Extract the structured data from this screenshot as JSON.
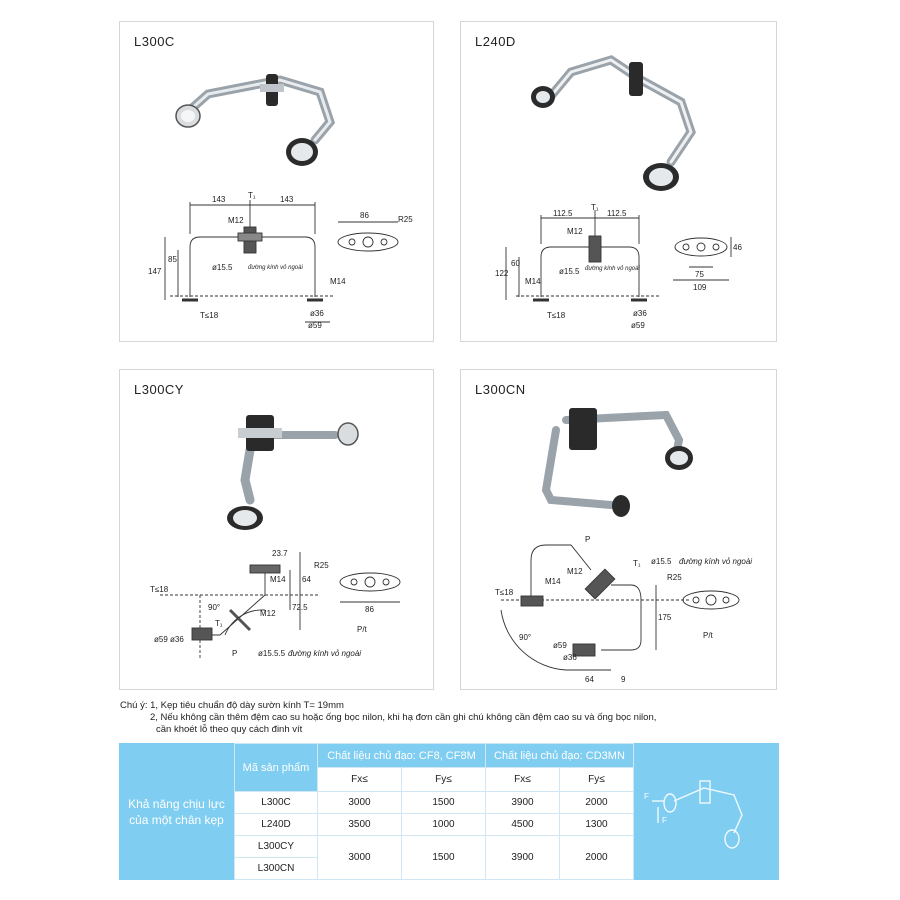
{
  "panels": [
    {
      "title": "L300C"
    },
    {
      "title": "L240D"
    },
    {
      "title": "L300CY"
    },
    {
      "title": "L300CN"
    }
  ],
  "drawings": {
    "l300c": {
      "dim_left": "143",
      "dim_right": "143",
      "t1": "T₁",
      "m12": "M12",
      "d85": "85",
      "d147": "147",
      "phi155": "ø15.5",
      "glass_dia": "đường kính vỏ ngoài",
      "m14": "M14",
      "t18": "T≤18",
      "phi36": "ø36",
      "phi59": "ø59",
      "w86": "86",
      "r25": "R25"
    },
    "l240d": {
      "dim_left": "112.5",
      "dim_right": "112.5",
      "t1": "T₁",
      "m12": "M12",
      "d60": "60",
      "d122": "122",
      "phi155": "ø15.5",
      "glass_dia": "đường kính vỏ ngoài",
      "m14": "M14",
      "t18": "T≤18",
      "phi36": "ø36",
      "phi59": "ø59",
      "h46": "46",
      "w75": "75",
      "w109": "109"
    },
    "l300cy": {
      "d237": "23.7",
      "m14": "M14",
      "d64": "64",
      "t18": "T≤18",
      "d725": "72.5",
      "d90": "90°",
      "t1": "T₁",
      "m12": "M12",
      "phi59": "ø59",
      "phi36": "ø36",
      "p": "P",
      "phi155": "ø15.5.5",
      "glass_dia": "đường kính vỏ ngoài",
      "r25": "R25",
      "w86": "86",
      "pr": "P/t"
    },
    "l300cn": {
      "p": "P",
      "t1": "T₁",
      "phi155": "ø15.5",
      "glass_dia": "đường kính vỏ ngoài",
      "m12": "M12",
      "m14": "M14",
      "r25": "R25",
      "d175": "175",
      "t18": "T≤18",
      "d90": "90°",
      "phi59": "ø59",
      "phi36": "ø36",
      "d64": "64",
      "d9": "9",
      "pr": "P/t"
    }
  },
  "notes": [
    "Chú ý: 1, Kẹp tiêu chuẩn độ dày sườn kính T= 19mm",
    "2, Nếu không cần thêm đệm cao su hoặc ống bọc nilon, khi hạ đơn cần ghi chú không cần đệm cao su và ống bọc nilon,",
    "cần khoét lỗ theo quy cách đinh vít"
  ],
  "table": {
    "left_label": "Khả năng chịu lực của một chân kẹp",
    "col_product": "Mã sản phẩm",
    "group1": "Chất liệu chủ đạo: CF8, CF8M",
    "group2": "Chất liệu chủ đạo: CD3MN",
    "fx": "Fx≤",
    "fy": "Fy≤",
    "rows": [
      {
        "code": "L300C",
        "fx1": "3000",
        "fy1": "1500",
        "fx2": "3900",
        "fy2": "2000"
      },
      {
        "code": "L240D",
        "fx1": "3500",
        "fy1": "1000",
        "fx2": "4500",
        "fy2": "1300"
      },
      {
        "code": "L300CY",
        "fx1": "3000",
        "fy1": "1500",
        "fx2": "3900",
        "fy2": "2000"
      },
      {
        "code": "L300CN"
      }
    ],
    "diagram_labels": {
      "fx": "F",
      "fy": "F",
      "fx_sub": "x",
      "fy_sub": "y"
    }
  }
}
